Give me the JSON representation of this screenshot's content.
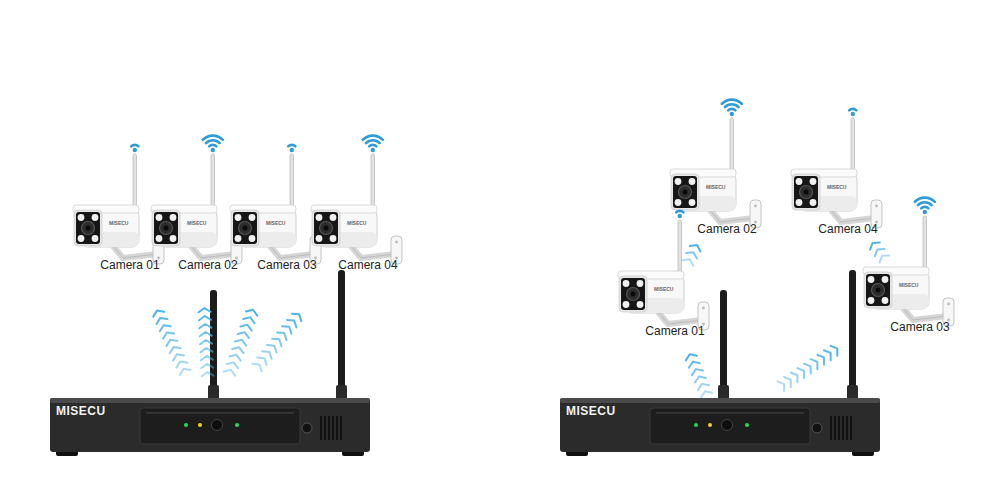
{
  "diagram": {
    "nodes": [
      {
        "text": [
          "Camera 01"
        ]
      },
      {
        "text": [
          "Camera 02"
        ]
      },
      {
        "text": [
          "Camera 03"
        ]
      },
      {
        "text": [
          "Camera 04"
        ]
      },
      {
        "text": [
          "MISECU"
        ]
      },
      {
        "text": [
          "Camera 02"
        ]
      },
      {
        "text": [
          "Camera 04"
        ]
      },
      {
        "text": [
          "Camera 01"
        ]
      },
      {
        "text": [
          "Camera 03"
        ]
      },
      {
        "text": [
          "MISECU"
        ]
      }
    ],
    "edges": [
      {
        "from": 4,
        "to": 0,
        "arrow": "to"
      },
      {
        "from": 4,
        "to": 1,
        "arrow": "to"
      },
      {
        "from": 4,
        "to": 2,
        "arrow": "to"
      },
      {
        "from": 4,
        "to": 3,
        "arrow": "to"
      },
      {
        "from": 9,
        "to": 7,
        "arrow": "to"
      },
      {
        "from": 7,
        "to": 5,
        "arrow": "to"
      },
      {
        "from": 9,
        "to": 8,
        "arrow": "to"
      },
      {
        "from": 8,
        "to": 6,
        "arrow": "to"
      }
    ],
    "labels": [
      "MISECU",
      "MISECU",
      "MISECU",
      "MISECU",
      "MISECU",
      "MISECU",
      "MISECU",
      "MISECU"
    ]
  }
}
